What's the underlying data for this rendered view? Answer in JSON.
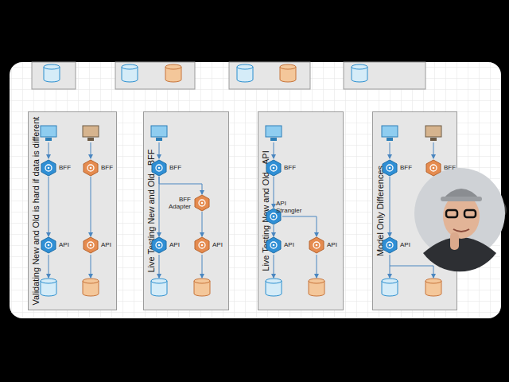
{
  "diagram": {
    "nodes": [
      {
        "text": [
          "Validating New and Old is hard if data is different"
        ]
      },
      {
        "text": [
          "BFF"
        ],
        "in": 0
      },
      {
        "text": [
          "BFF"
        ],
        "in": 0
      },
      {
        "text": [
          "API"
        ],
        "in": 0
      },
      {
        "text": [
          "API"
        ],
        "in": 0
      },
      {
        "text": [
          "Live Testing New and Old - BFF"
        ]
      },
      {
        "text": [
          "BFF"
        ],
        "in": 5
      },
      {
        "text": [
          "BFF Adapter"
        ],
        "in": 5
      },
      {
        "text": [
          "API"
        ],
        "in": 5
      },
      {
        "text": [
          "API"
        ],
        "in": 5
      },
      {
        "text": [
          "Live Testing New and Old - API"
        ]
      },
      {
        "text": [
          "BFF"
        ],
        "in": 10
      },
      {
        "text": [
          "API Strangler"
        ],
        "in": 10
      },
      {
        "text": [
          "API"
        ],
        "in": 10
      },
      {
        "text": [
          "API"
        ],
        "in": 10
      },
      {
        "text": [
          "Model Only Differences"
        ]
      },
      {
        "text": [
          "BFF"
        ],
        "in": 15
      },
      {
        "text": [
          "BFF"
        ],
        "in": 15
      },
      {
        "text": [
          "API"
        ],
        "in": 15
      }
    ],
    "edges": [
      {
        "from": 1,
        "to": 3,
        "arrow": "to"
      },
      {
        "from": 2,
        "to": 4,
        "arrow": "to"
      },
      {
        "from": 6,
        "to": 8,
        "arrow": "to"
      },
      {
        "from": 6,
        "to": 7,
        "arrow": "to"
      },
      {
        "from": 7,
        "to": 9,
        "arrow": "to"
      },
      {
        "from": 11,
        "to": 12,
        "arrow": "to"
      },
      {
        "from": 12,
        "to": 13,
        "arrow": "to"
      },
      {
        "from": 12,
        "to": 14,
        "arrow": "to"
      },
      {
        "from": 16,
        "to": 18,
        "arrow": "to"
      }
    ]
  }
}
